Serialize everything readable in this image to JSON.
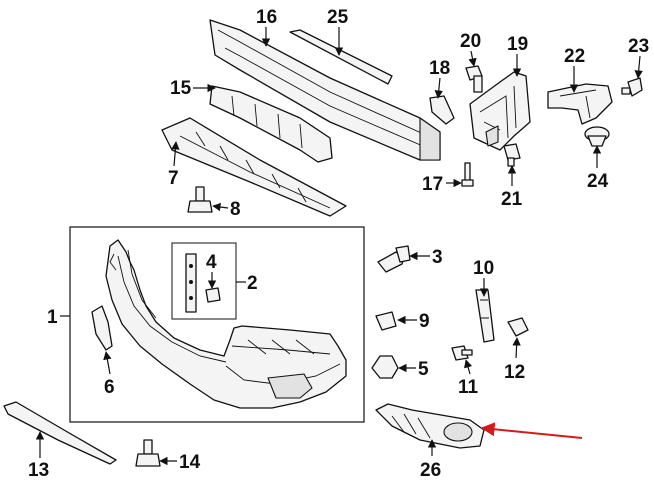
{
  "callouts": {
    "c1": "1",
    "c2": "2",
    "c3": "3",
    "c4": "4",
    "c5": "5",
    "c6": "6",
    "c7": "7",
    "c8": "8",
    "c9": "9",
    "c10": "10",
    "c11": "11",
    "c12": "12",
    "c13": "13",
    "c14": "14",
    "c15": "15",
    "c16": "16",
    "c17": "17",
    "c18": "18",
    "c19": "19",
    "c20": "20",
    "c21": "21",
    "c22": "22",
    "c23": "23",
    "c24": "24",
    "c25": "25",
    "c26": "26"
  },
  "highlight": {
    "color": "#d41b1b",
    "target_part": "26"
  }
}
